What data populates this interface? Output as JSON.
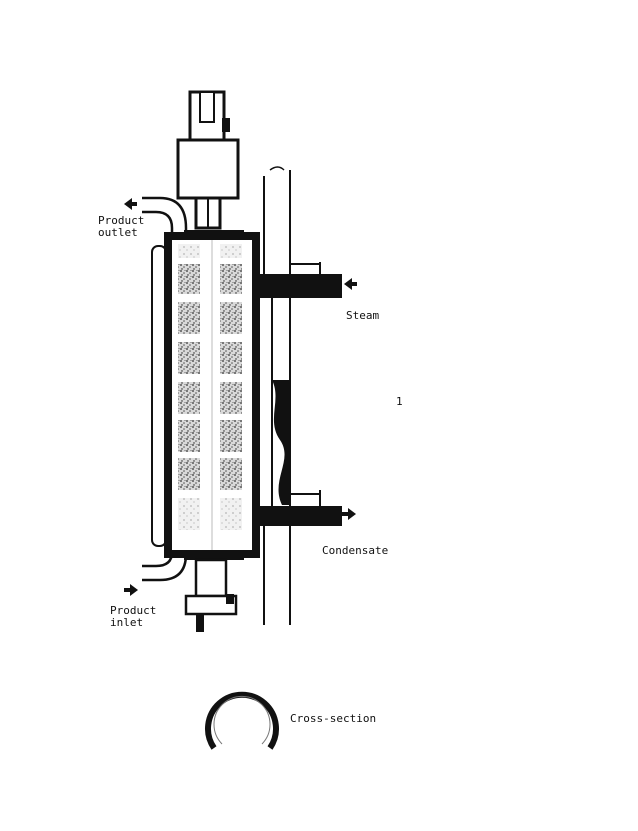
{
  "labels": {
    "product_outlet": [
      "Product",
      "outlet"
    ],
    "steam": "Steam",
    "condensate": "Condensate",
    "product_inlet": [
      "Product",
      "inlet"
    ],
    "cross_section": "Cross-section",
    "stray_mark": "1"
  },
  "colors": {
    "ink": "#111111",
    "packing": "#8a8a8a",
    "paper": "#ffffff"
  },
  "icons": [
    "arrow-left-icon",
    "arrow-right-icon"
  ]
}
